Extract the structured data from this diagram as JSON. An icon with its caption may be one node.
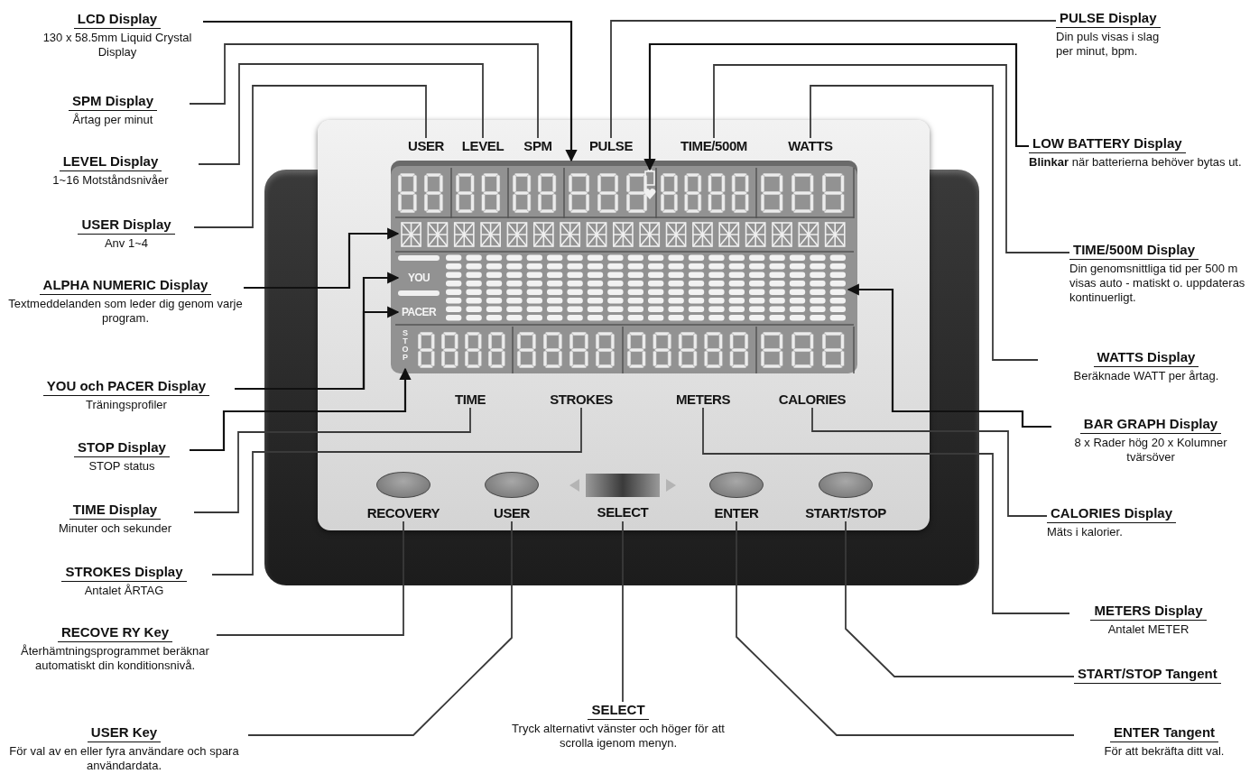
{
  "diagram": {
    "nodes": [
      {
        "text": [],
        "shape": "box"
      },
      {
        "text": [],
        "shape": "box",
        "in": 0
      },
      {
        "text": [
          "USER"
        ],
        "in": 0
      },
      {
        "text": [
          "LEVEL"
        ],
        "in": 0
      },
      {
        "text": [
          "SPM"
        ],
        "in": 0
      },
      {
        "text": [
          "PULSE"
        ],
        "in": 0
      },
      {
        "text": [
          "TIME/500M"
        ],
        "in": 0
      },
      {
        "text": [
          "WATTS"
        ],
        "in": 0
      },
      {
        "text": [],
        "shape": "battery",
        "in": 1
      },
      {
        "text": [],
        "shape": "box",
        "in": 1
      },
      {
        "text": [
          "YOU"
        ],
        "in": 1
      },
      {
        "text": [
          "PACER"
        ],
        "in": 1
      },
      {
        "text": [],
        "shape": "box",
        "in": 1
      },
      {
        "text": [
          "STOP"
        ],
        "in": 1
      },
      {
        "text": [
          "TIME"
        ],
        "in": 0
      },
      {
        "text": [
          "STROKES"
        ],
        "in": 0
      },
      {
        "text": [
          "METERS"
        ],
        "in": 0
      },
      {
        "text": [
          "CALORIES"
        ],
        "in": 0
      },
      {
        "text": [
          "RECOVERY"
        ],
        "in": 0
      },
      {
        "text": [
          "USER"
        ],
        "in": 0
      },
      {
        "text": [
          "SELECT"
        ],
        "in": 0
      },
      {
        "text": [
          "ENTER"
        ],
        "in": 0
      },
      {
        "text": [
          "START/STOP"
        ],
        "in": 0
      },
      {
        "text": [
          "LCD Display",
          "130 x 58.5mm Liquid Crystal Display"
        ]
      },
      {
        "text": [
          "SPM Display",
          "Årtag per minut"
        ]
      },
      {
        "text": [
          "LEVEL Display",
          "1~16 Motståndsnivåer"
        ]
      },
      {
        "text": [
          "USER Display",
          "Anv 1~4"
        ]
      },
      {
        "text": [
          "ALPHA NUMERIC Display",
          "Textmeddelanden som leder dig genom varje program."
        ]
      },
      {
        "text": [
          "YOU och PACER Display",
          "Träningsprofiler"
        ]
      },
      {
        "text": [
          "STOP Display",
          "STOP status"
        ]
      },
      {
        "text": [
          "TIME Display",
          "Minuter och sekunder"
        ]
      },
      {
        "text": [
          "STROKES Display",
          "Antalet ÅRTAG"
        ]
      },
      {
        "text": [
          "RECOVE RY Key",
          "Återhämtningsprogrammet beräknar automatiskt din konditionsnivå."
        ]
      },
      {
        "text": [
          "USER Key",
          "För val av en eller fyra användare och spara användardata."
        ]
      },
      {
        "text": [
          "SELECT",
          "Tryck alternativt vänster och höger för att scrolla igenom menyn."
        ]
      },
      {
        "text": [
          "PULSE Display",
          "Din puls visas i slag per minut, bpm."
        ]
      },
      {
        "text": [
          "LOW BATTERY Display",
          "**Blinkar** när batterierna behöver bytas ut."
        ]
      },
      {
        "text": [
          "TIME/500M Display",
          "Din genomsnittliga tid per 500 m visas auto - matiskt o. uppdateras kontinuerligt."
        ]
      },
      {
        "text": [
          "WATTS Display",
          "Beräknade WATT per årtag."
        ]
      },
      {
        "text": [
          "BAR GRAPH Display",
          "8 x Rader hög 20 x Kolumner tvärsöver"
        ]
      },
      {
        "text": [
          "CALORIES Display",
          "Mäts i kalorier."
        ]
      },
      {
        "text": [
          "METERS Display",
          "Antalet METER"
        ]
      },
      {
        "text": [
          "START/STOP Tangent"
        ]
      },
      {
        "text": [
          "ENTER Tangent",
          "För att bekräfta ditt val."
        ]
      }
    ],
    "edges": [
      {
        "from": 23,
        "to": 1,
        "arrow": "to"
      },
      {
        "from": 24,
        "to": 4,
        "arrow": "none"
      },
      {
        "from": 25,
        "to": 3,
        "arrow": "none"
      },
      {
        "from": 26,
        "to": 2,
        "arrow": "none"
      },
      {
        "from": 27,
        "to": 9,
        "arrow": "to"
      },
      {
        "from": 28,
        "to": 10,
        "arrow": "to"
      },
      {
        "from": 28,
        "to": 11,
        "arrow": "to"
      },
      {
        "from": 29,
        "to": 13,
        "arrow": "to"
      },
      {
        "from": 30,
        "to": 14,
        "arrow": "none"
      },
      {
        "from": 31,
        "to": 15,
        "arrow": "none"
      },
      {
        "from": 32,
        "to": 18,
        "arrow": "none"
      },
      {
        "from": 33,
        "to": 19,
        "arrow": "none"
      },
      {
        "from": 34,
        "to": 20,
        "arrow": "none"
      },
      {
        "from": 35,
        "to": 5,
        "arrow": "none"
      },
      {
        "from": 36,
        "to": 8,
        "arrow": "to"
      },
      {
        "from": 37,
        "to": 6,
        "arrow": "none"
      },
      {
        "from": 38,
        "to": 7,
        "arrow": "none"
      },
      {
        "from": 39,
        "to": 12,
        "arrow": "to"
      },
      {
        "from": 40,
        "to": 17,
        "arrow": "none"
      },
      {
        "from": 41,
        "to": 16,
        "arrow": "none"
      },
      {
        "from": 42,
        "to": 22,
        "arrow": "none"
      },
      {
        "from": 43,
        "to": 21,
        "arrow": "none"
      }
    ]
  }
}
